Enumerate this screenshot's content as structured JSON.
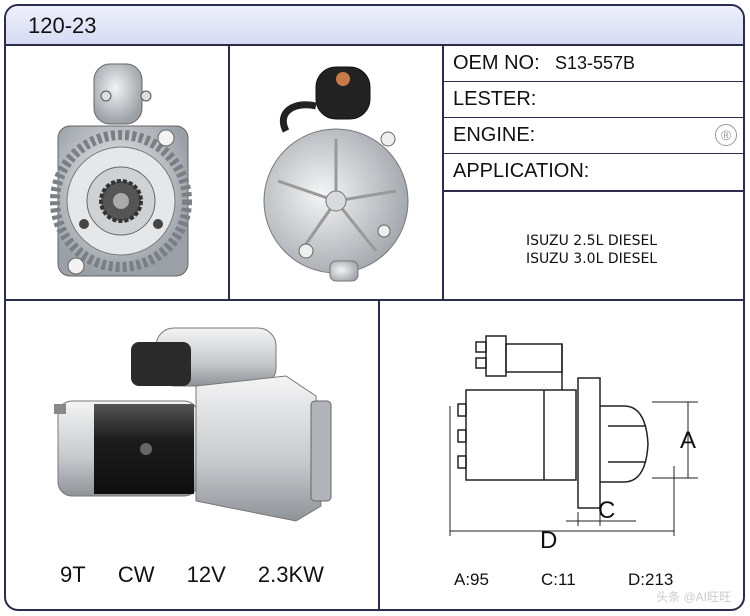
{
  "header": {
    "code": "120-23"
  },
  "specs": {
    "oem_label": "OEM NO:",
    "oem_value": "S13-557B",
    "lester_label": "LESTER:",
    "engine_label": "ENGINE:",
    "registered_mark": "®",
    "application_label": "APPLICATION:",
    "applications": [
      "ISUZU 2.5L DIESEL",
      "ISUZU 3.0L DIESEL"
    ]
  },
  "summary": {
    "teeth": "9T",
    "rotation": "CW",
    "voltage": "12V",
    "power": "2.3KW"
  },
  "dimensions": {
    "label_a": "A",
    "label_c": "C",
    "label_d": "D",
    "a_text": "A:95",
    "c_text": "C:11",
    "d_text": "D:213"
  },
  "watermark": "头条 @AI旺旺",
  "colors": {
    "border": "#2b2b4a",
    "header_bg": "#dfe2f6",
    "metal": "#c8ccd0",
    "body_black": "#1c1c1c"
  }
}
